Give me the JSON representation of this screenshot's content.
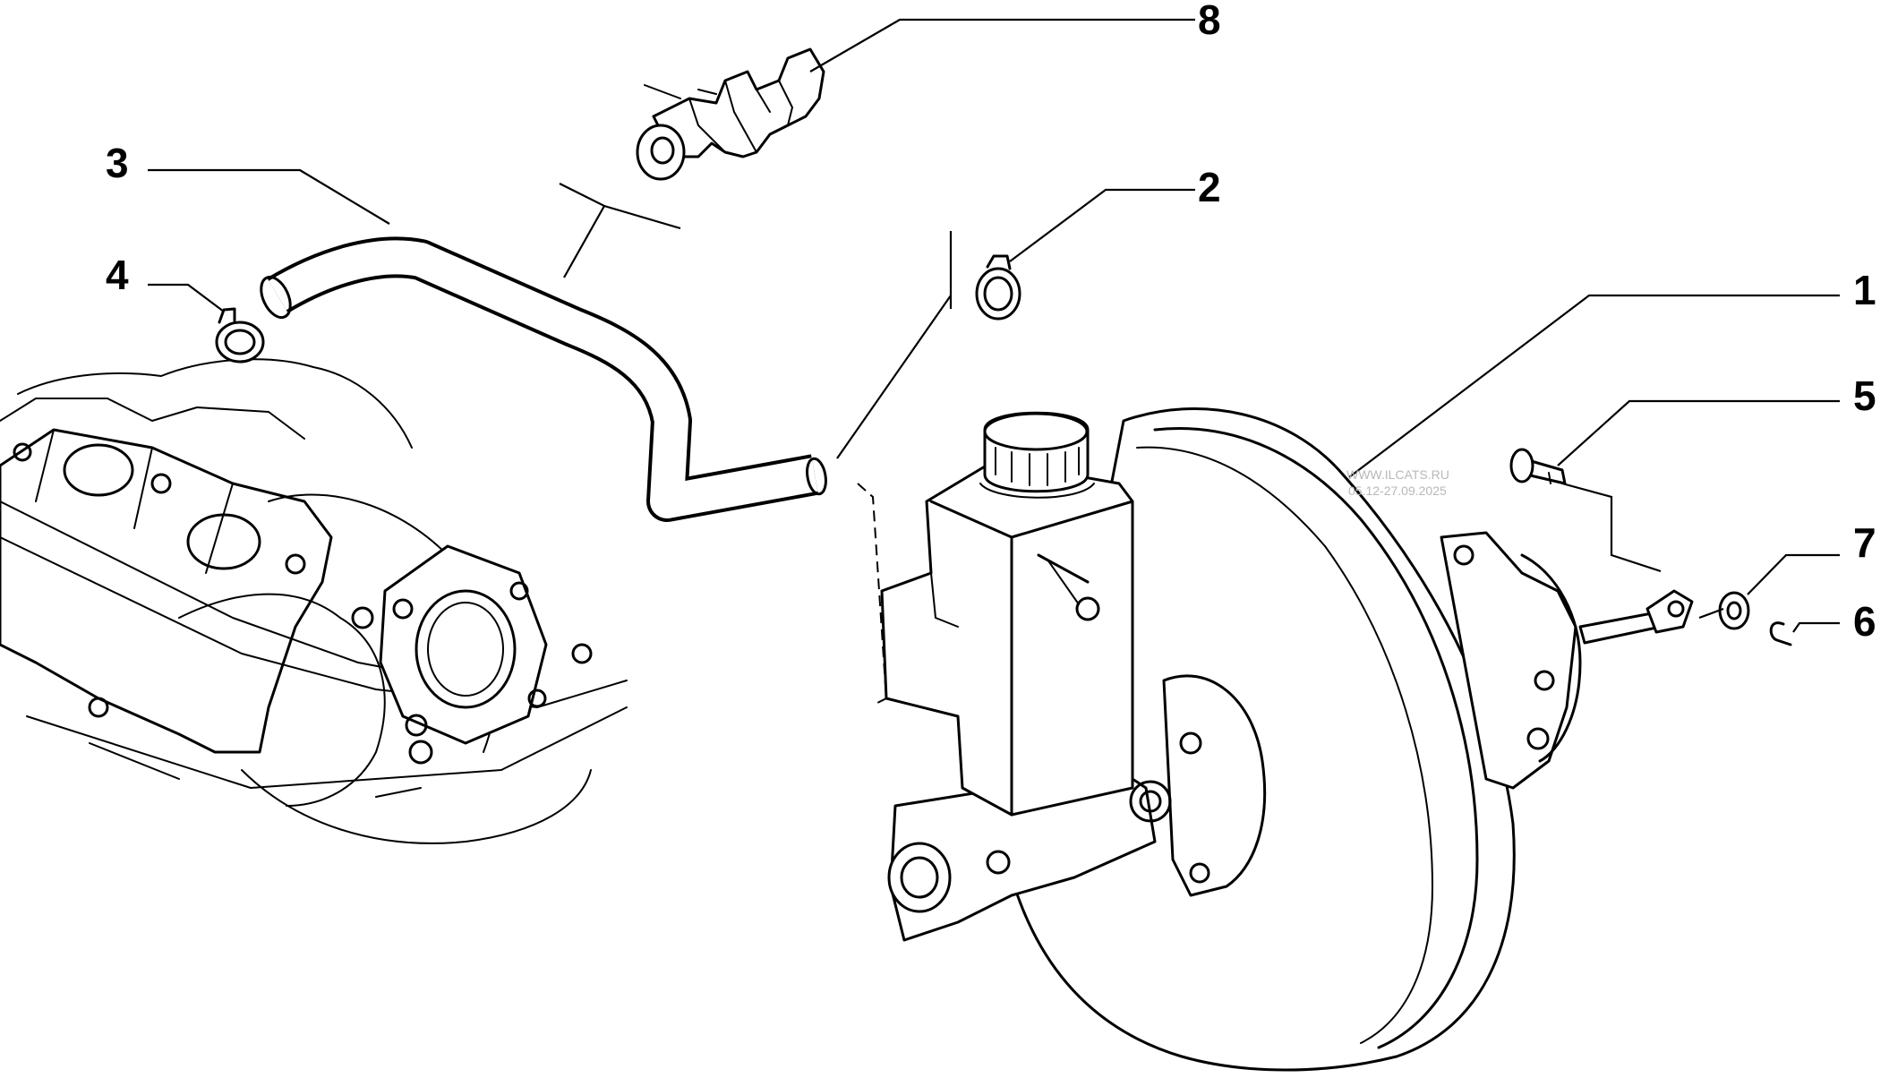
{
  "callouts": {
    "c1": "1",
    "c2": "2",
    "c3": "3",
    "c4": "4",
    "c5": "5",
    "c6": "6",
    "c7": "7",
    "c8": "8"
  },
  "watermark": {
    "line1": "WWW.ILCATS.RU",
    "line2": "05.12-27.09.2025"
  }
}
